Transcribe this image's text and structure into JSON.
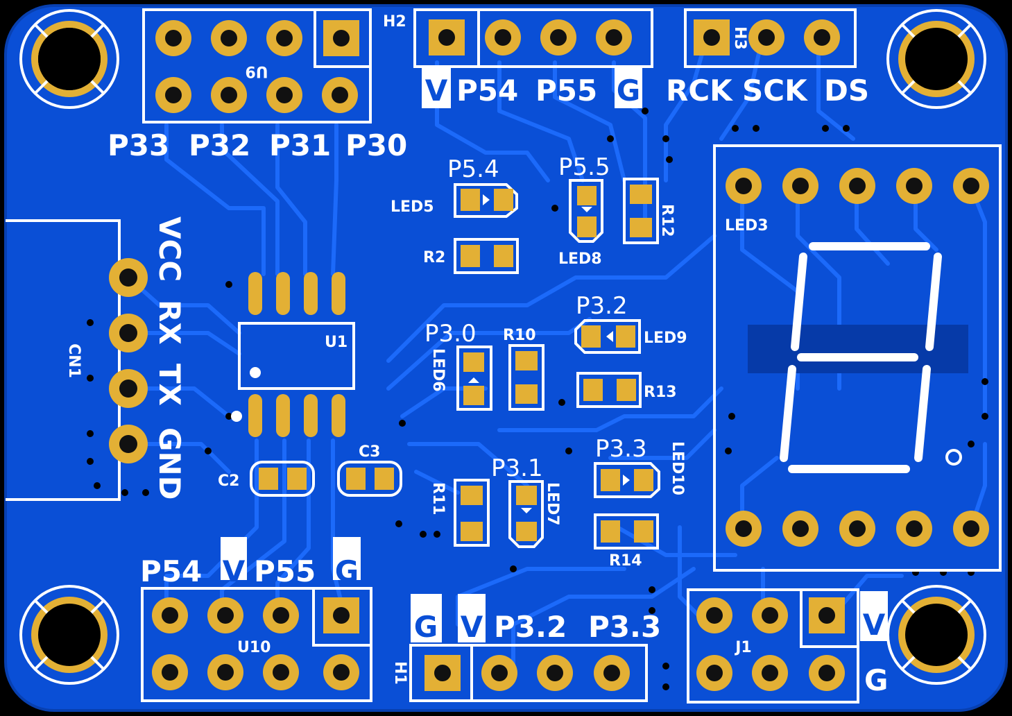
{
  "colors": {
    "background": "#000000",
    "board": "#0a4fd6",
    "board_edge": "#0a45c0",
    "trace": "#1d6cff",
    "trace_dark": "#063aa8",
    "pad_gold": "#e3b035",
    "pad_dark": "#1a1a1a",
    "silk": "#ffffff"
  },
  "labels": {
    "u9_ref": "U9",
    "u9_pins": [
      "P33",
      "P32",
      "P31",
      "P30"
    ],
    "h2_ref": "H2",
    "h2_pins": [
      "V",
      "P54",
      "P55",
      "G"
    ],
    "h3_ref": "H3",
    "h3_pins": [
      "RCK",
      "SCK",
      "DS"
    ],
    "cn1_ref": "CN1",
    "cn1_pins": [
      "VCC",
      "RX",
      "TX",
      "GND"
    ],
    "u1_ref": "U1",
    "c2_ref": "C2",
    "c3_ref": "C3",
    "p54": "P5.4",
    "p55": "P5.5",
    "led5": "LED5",
    "led8": "LED8",
    "r2": "R2",
    "r12": "R12",
    "p32": "P3.2",
    "led9": "LED9",
    "r13": "R13",
    "p30": "P3.0",
    "led6": "LED6",
    "r10": "R10",
    "p31": "P3.1",
    "led7": "LED7",
    "r11": "R11",
    "p33": "P3.3",
    "led10": "LED10",
    "r14": "R14",
    "led3_ref": "LED3",
    "u10_ref": "U10",
    "u10_pins": [
      "P54",
      "V",
      "P55",
      "G"
    ],
    "h1_ref": "H1",
    "h1_pins": [
      "G",
      "V",
      "P3.2",
      "P3.3"
    ],
    "j1_ref": "J1",
    "j1_v": "V",
    "j1_g": "G"
  }
}
